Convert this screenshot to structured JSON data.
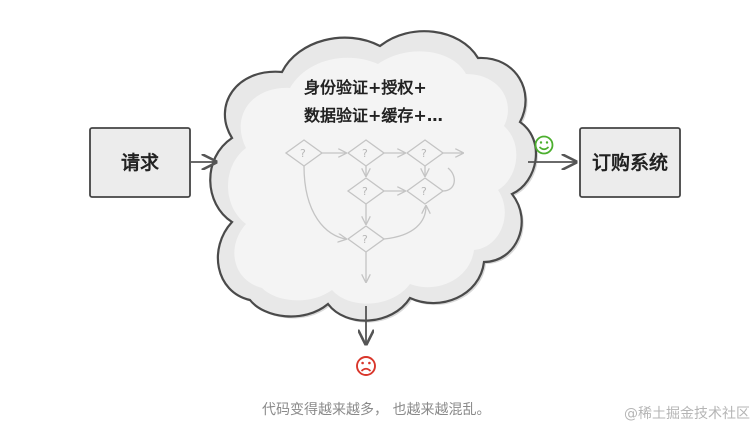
{
  "request_box": {
    "label": "请求"
  },
  "order_box": {
    "label": "订购系统"
  },
  "cloud": {
    "line1": "身份验证+授权+",
    "line2": "数据验证+缓存+…",
    "decision_mark": "?"
  },
  "caption": "代码变得越来越多， 也越来越混乱。",
  "watermark": "@稀土掘金技术社区",
  "icons": {
    "happy": "smiley-face",
    "sad": "frowning-face"
  },
  "colors": {
    "happy": "#4caf2e",
    "sad": "#d9362b",
    "box_fill": "#ececec",
    "cloud_fill": "#f2f2f2"
  }
}
